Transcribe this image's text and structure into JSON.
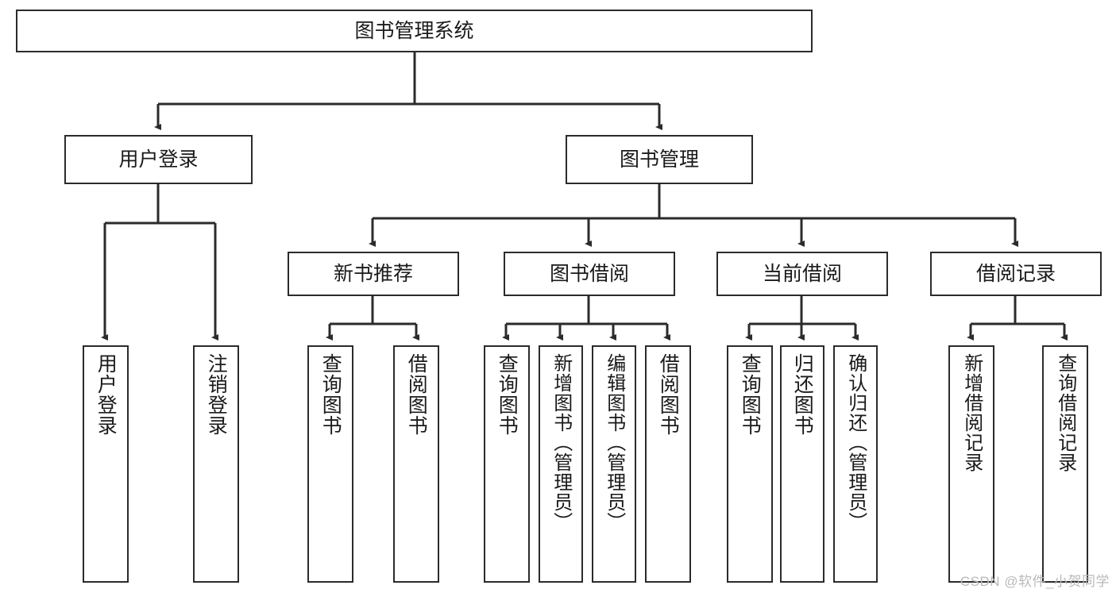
{
  "diagram": {
    "title": "图书管理系统",
    "type": "hierarchy-tree",
    "levels": {
      "root": {
        "label": "图书管理系统"
      },
      "level2": [
        {
          "id": "user-login",
          "label": "用户登录"
        },
        {
          "id": "book-manage",
          "label": "图书管理"
        }
      ],
      "level3": [
        {
          "id": "new-book-recommend",
          "label": "新书推荐",
          "parent": "book-manage"
        },
        {
          "id": "book-borrow",
          "label": "图书借阅",
          "parent": "book-manage"
        },
        {
          "id": "current-borrow",
          "label": "当前借阅",
          "parent": "book-manage"
        },
        {
          "id": "borrow-record",
          "label": "借阅记录",
          "parent": "book-manage"
        }
      ],
      "leaves": [
        {
          "id": "leaf-user-login",
          "label": "用户登录",
          "parent": "user-login"
        },
        {
          "id": "leaf-logout-login",
          "label": "注销登录",
          "parent": "user-login"
        },
        {
          "id": "leaf-query-book-1",
          "label": "查询图书",
          "parent": "new-book-recommend"
        },
        {
          "id": "leaf-borrow-book-1",
          "label": "借阅图书",
          "parent": "new-book-recommend"
        },
        {
          "id": "leaf-query-book-2",
          "label": "查询图书",
          "parent": "book-borrow"
        },
        {
          "id": "leaf-add-book",
          "label": "新增图书（管理员）",
          "parent": "book-borrow"
        },
        {
          "id": "leaf-edit-book",
          "label": "编辑图书（管理员）",
          "parent": "book-borrow"
        },
        {
          "id": "leaf-borrow-book-2",
          "label": "借阅图书",
          "parent": "book-borrow"
        },
        {
          "id": "leaf-query-book-3",
          "label": "查询图书",
          "parent": "current-borrow"
        },
        {
          "id": "leaf-return-book",
          "label": "归还图书",
          "parent": "current-borrow"
        },
        {
          "id": "leaf-confirm-return",
          "label": "确认归还（管理员）",
          "parent": "current-borrow"
        },
        {
          "id": "leaf-add-record",
          "label": "新增借阅记录",
          "parent": "borrow-record"
        },
        {
          "id": "leaf-query-record",
          "label": "查询借阅记录",
          "parent": "borrow-record"
        }
      ]
    },
    "colors": {
      "stroke": "#2b2b2b",
      "fill": "#ffffff",
      "text": "#1a1a1a",
      "watermark": "#b9b9b9"
    }
  },
  "watermark": {
    "text": "CSDN @软件_小贺同学"
  }
}
